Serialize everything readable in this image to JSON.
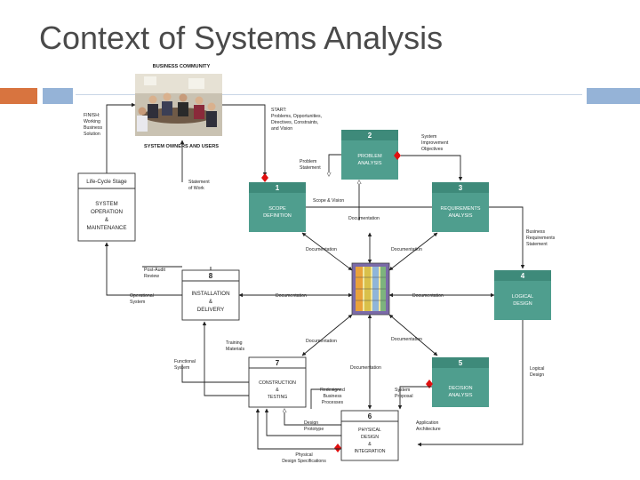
{
  "title": "Context of Systems Analysis",
  "colors": {
    "accent_orange": "#d8743f",
    "accent_blue": "#95b3d7",
    "phase_teal": "#4f9e8e",
    "diamond_red": "#e01010"
  },
  "diagram": {
    "community": {
      "title": "BUSINESS COMMUNITY",
      "owners": "SYSTEM OWNERS AND USERS",
      "finish": [
        "FINISH:",
        "Working",
        "Business",
        "Solution"
      ],
      "start": [
        "START:",
        "Problems, Opportunities,",
        "Directives, Constraints,",
        "and Vision"
      ]
    },
    "lifecycle": {
      "title": "Life-Cycle Stage",
      "lines": [
        "SYSTEM",
        "OPERATION",
        "&",
        "MAINTENANCE"
      ]
    },
    "phases": {
      "p1": {
        "num": "1",
        "lines": [
          "SCOPE",
          "DEFINITION"
        ]
      },
      "p2": {
        "num": "2",
        "lines": [
          "PROBLEM",
          "ANALYSIS"
        ]
      },
      "p3": {
        "num": "3",
        "lines": [
          "REQUIREMENTS",
          "ANALYSIS"
        ]
      },
      "p4": {
        "num": "4",
        "lines": [
          "LOGICAL",
          "DESIGN"
        ]
      },
      "p5": {
        "num": "5",
        "lines": [
          "DECISION",
          "ANALYSIS"
        ]
      },
      "p6": {
        "num": "6",
        "lines": [
          "PHYSICAL",
          "DESIGN",
          "&",
          "INTEGRATION"
        ]
      },
      "p7": {
        "num": "7",
        "lines": [
          "CONSTRUCTION",
          "&",
          "TESTING"
        ]
      },
      "p8": {
        "num": "8",
        "lines": [
          "INSTALLATION",
          "&",
          "DELIVERY"
        ]
      }
    },
    "labels": {
      "problem_statement": [
        "Problem",
        "Statement"
      ],
      "system_improvement_objectives": [
        "System",
        "Improvement",
        "Objectives"
      ],
      "statement_of_work": [
        "Statement",
        "of Work"
      ],
      "scope_vision": "Scope & Vision",
      "documentation": "Documentation",
      "business_req_statement": [
        "Business",
        "Requirements",
        "Statement"
      ],
      "post_audit_review": [
        "Post-Audit",
        "Review"
      ],
      "operational_system": [
        "Operational",
        "System"
      ],
      "training_materials": [
        "Training",
        "Materials"
      ],
      "functional_system": [
        "Functional",
        "System"
      ],
      "logical_design": [
        "Logical",
        "Design"
      ],
      "redesigned_processes": [
        "Redesigned",
        "Business",
        "Processes"
      ],
      "system_proposal": [
        "System",
        "Proposal"
      ],
      "design_prototype": [
        "Design",
        "Prototype"
      ],
      "application_architecture": [
        "Application",
        "Architecture"
      ],
      "physical_design_specs": [
        "Physical",
        "Design Specifications"
      ]
    }
  }
}
